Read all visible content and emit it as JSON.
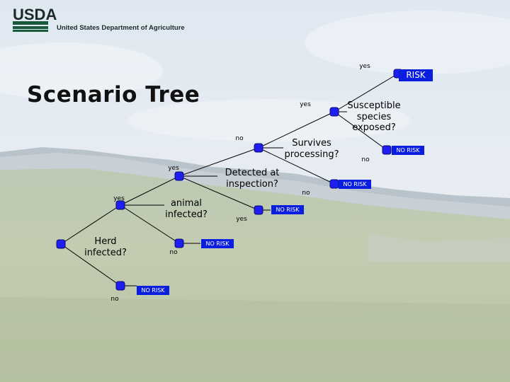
{
  "header": {
    "logo_text": "USDA",
    "department": "United States Department of Agriculture"
  },
  "title": "Scenario Tree",
  "nodes": {
    "herd": "Herd infected?",
    "animal": "animal infected?",
    "detected": "Detected at inspection?",
    "survives": "Survives processing?",
    "susceptible": "Susceptible species exposed?"
  },
  "branch_labels": {
    "herd_yes": "yes",
    "herd_no": "no",
    "animal_yes": "yes",
    "animal_no": "no",
    "detected_no": "no",
    "detected_yes": "yes",
    "survives_yes": "yes",
    "survives_no": "no",
    "susceptible_yes": "yes",
    "susceptible_no": "no"
  },
  "outcomes": {
    "risk": "RISK",
    "no_risk_herd": "NO RISK",
    "no_risk_animal": "NO RISK",
    "no_risk_detected": "NO RISK",
    "no_risk_survives": "NO RISK",
    "no_risk_susceptible": "NO RISK"
  },
  "colors": {
    "node_fill": "#1e1ef0",
    "outcome_fill": "#0a1ee0",
    "line": "#000000"
  }
}
